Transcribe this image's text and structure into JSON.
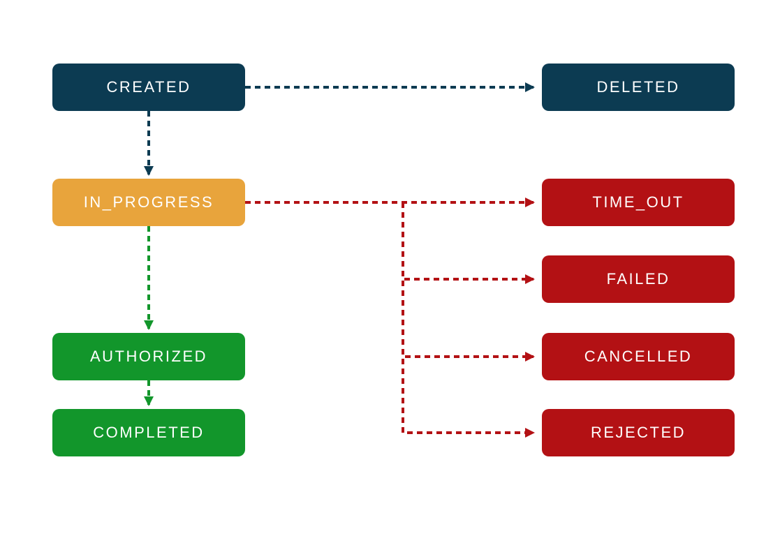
{
  "colors": {
    "navy": "#0C3B52",
    "orange": "#E8A43C",
    "green": "#12962B",
    "red": "#B31114",
    "background": "#FFFFFF",
    "node_text": "#FFFFFF"
  },
  "nodes": {
    "created": {
      "label": "CREATED",
      "color": "#0C3B52"
    },
    "deleted": {
      "label": "DELETED",
      "color": "#0C3B52"
    },
    "in_progress": {
      "label": "IN_PROGRESS",
      "color": "#E8A43C"
    },
    "time_out": {
      "label": "TIME_OUT",
      "color": "#B31114"
    },
    "failed": {
      "label": "FAILED",
      "color": "#B31114"
    },
    "authorized": {
      "label": "AUTHORIZED",
      "color": "#12962B"
    },
    "cancelled": {
      "label": "CANCELLED",
      "color": "#B31114"
    },
    "completed": {
      "label": "COMPLETED",
      "color": "#12962B"
    },
    "rejected": {
      "label": "REJECTED",
      "color": "#B31114"
    }
  },
  "edges": [
    {
      "from": "created",
      "to": "deleted",
      "style": "dashed-arrow",
      "color": "#0C3B52"
    },
    {
      "from": "created",
      "to": "in_progress",
      "style": "dashed-arrow",
      "color": "#0C3B52"
    },
    {
      "from": "in_progress",
      "to": "time_out",
      "style": "dashed-arrow",
      "color": "#B31114"
    },
    {
      "from": "in_progress",
      "to": "failed",
      "style": "dashed-arrow",
      "color": "#B31114"
    },
    {
      "from": "in_progress",
      "to": "cancelled",
      "style": "dashed-arrow",
      "color": "#B31114"
    },
    {
      "from": "in_progress",
      "to": "rejected",
      "style": "dashed-arrow",
      "color": "#B31114"
    },
    {
      "from": "in_progress",
      "to": "authorized",
      "style": "dashed-arrow",
      "color": "#12962B"
    },
    {
      "from": "authorized",
      "to": "completed",
      "style": "dashed-arrow",
      "color": "#12962B"
    }
  ]
}
